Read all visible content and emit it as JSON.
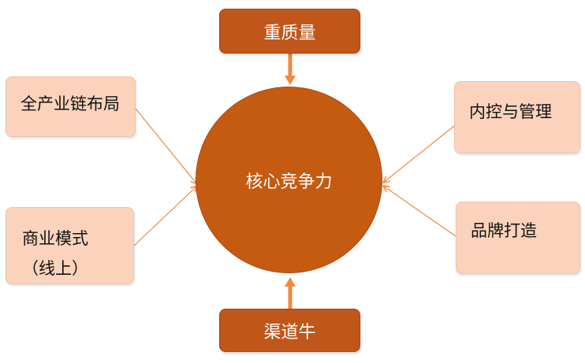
{
  "center": {
    "label": "核心竞争力"
  },
  "nodes": {
    "top": {
      "label": "重质量"
    },
    "bottom": {
      "label": "渠道牛"
    },
    "left_top": {
      "label": "全产业链布局"
    },
    "left_bottom": {
      "line1": "商业模式",
      "line2": "（线上）"
    },
    "right_top": {
      "label": "内控与管理"
    },
    "right_bottom": {
      "label": "品牌打造"
    }
  },
  "colors": {
    "dark_fill": "#c0561a",
    "light_fill": "#fbd3bd",
    "arrow": "#f08a3c"
  }
}
